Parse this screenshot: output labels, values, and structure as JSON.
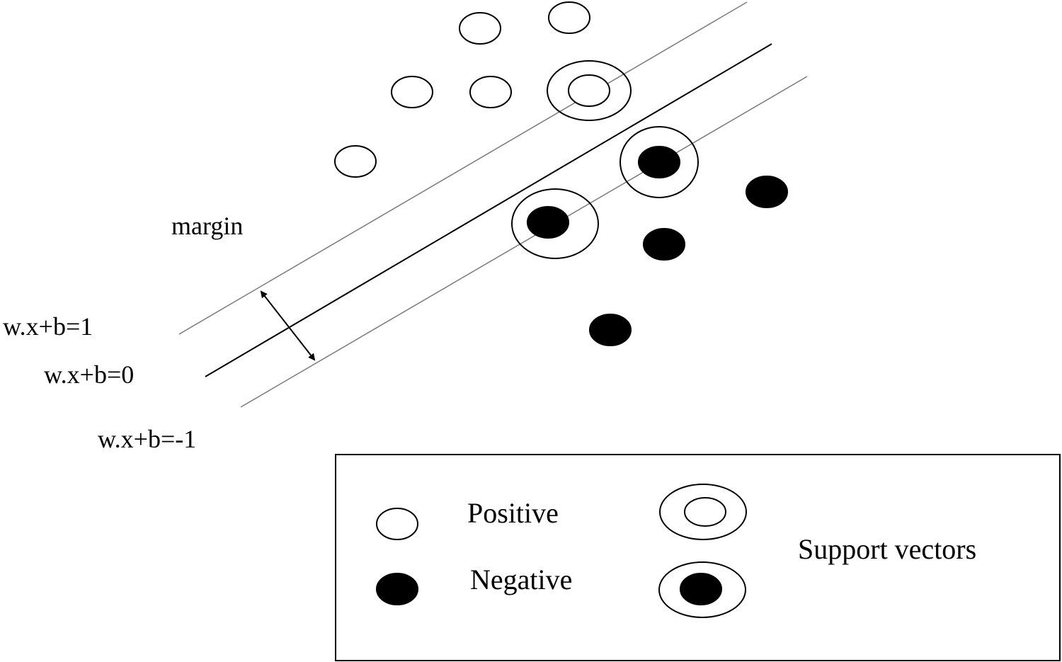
{
  "labels": {
    "margin": "margin",
    "plus_hyperplane": "w.x+b=1",
    "decision_boundary": "w.x+b=0",
    "minus_hyperplane": "w.x+b=-1"
  },
  "legend": {
    "positive": "Positive",
    "negative": "Negative",
    "support_vectors": "Support vectors"
  },
  "colors": {
    "ink": "#000000",
    "margin_line": "#7a7a7a",
    "background": "#ffffff"
  }
}
